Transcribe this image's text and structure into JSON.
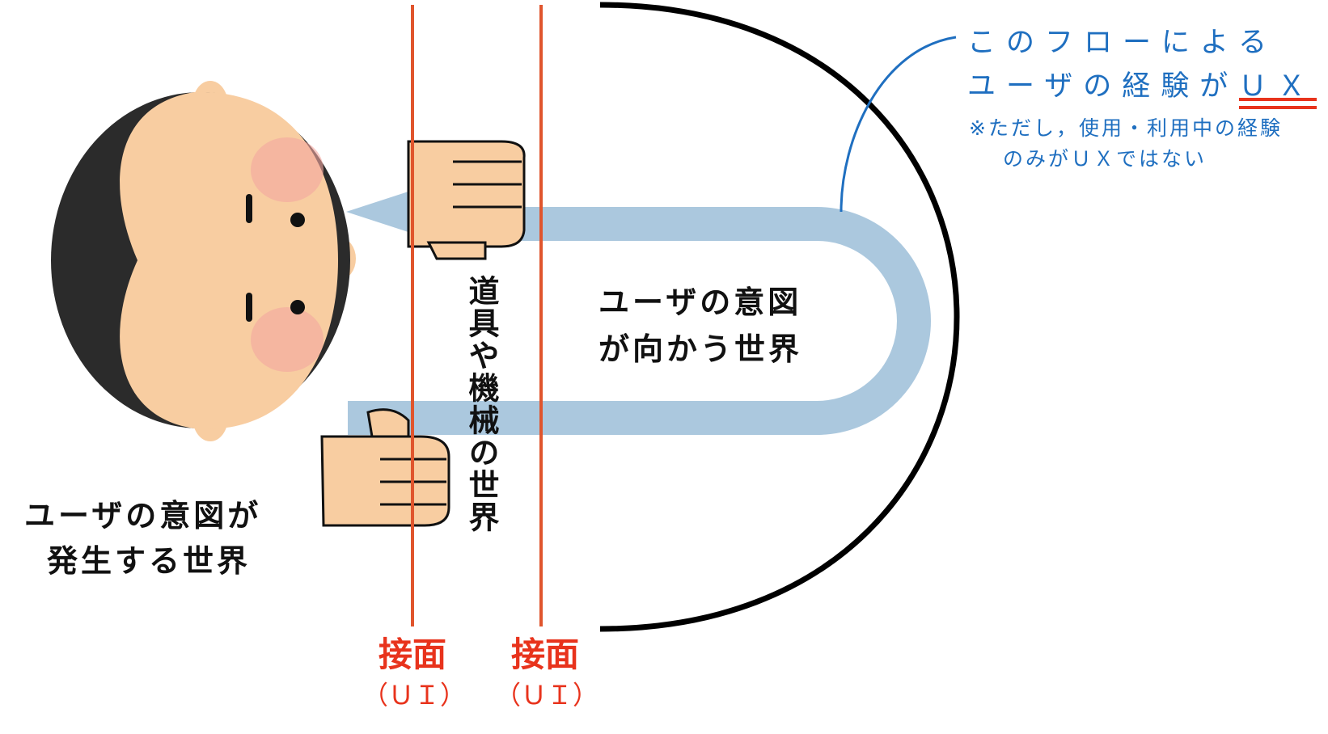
{
  "colors": {
    "interface_line": "#e0552d",
    "flow_arrow": "#8fb6d3",
    "boundary_arc": "#000000",
    "note_text": "#1f6fc0",
    "ux_underline": "#e8331c",
    "skin": "#f8cda1",
    "hair": "#2b2b2b"
  },
  "icons": [
    "user-head-icon",
    "hand-icon",
    "hand-icon"
  ],
  "labels": {
    "user_world": [
      "ユーザの意図が",
      "発生する世界"
    ],
    "tool_world": "道具や機械の世界",
    "target_world": [
      "ユーザの意図",
      "が向かう世界"
    ],
    "interface_left": {
      "title": "接面",
      "sub": "（ＵＩ）"
    },
    "interface_right": {
      "title": "接面",
      "sub": "（ＵＩ）"
    }
  },
  "note": {
    "line1": "このフローによる",
    "line2_prefix": "ユーザの経験が",
    "line2_ux": "ＵＸ",
    "footnote_1": "※ただし，使用・利用中の経験",
    "footnote_2": "のみがＵＸではない"
  }
}
